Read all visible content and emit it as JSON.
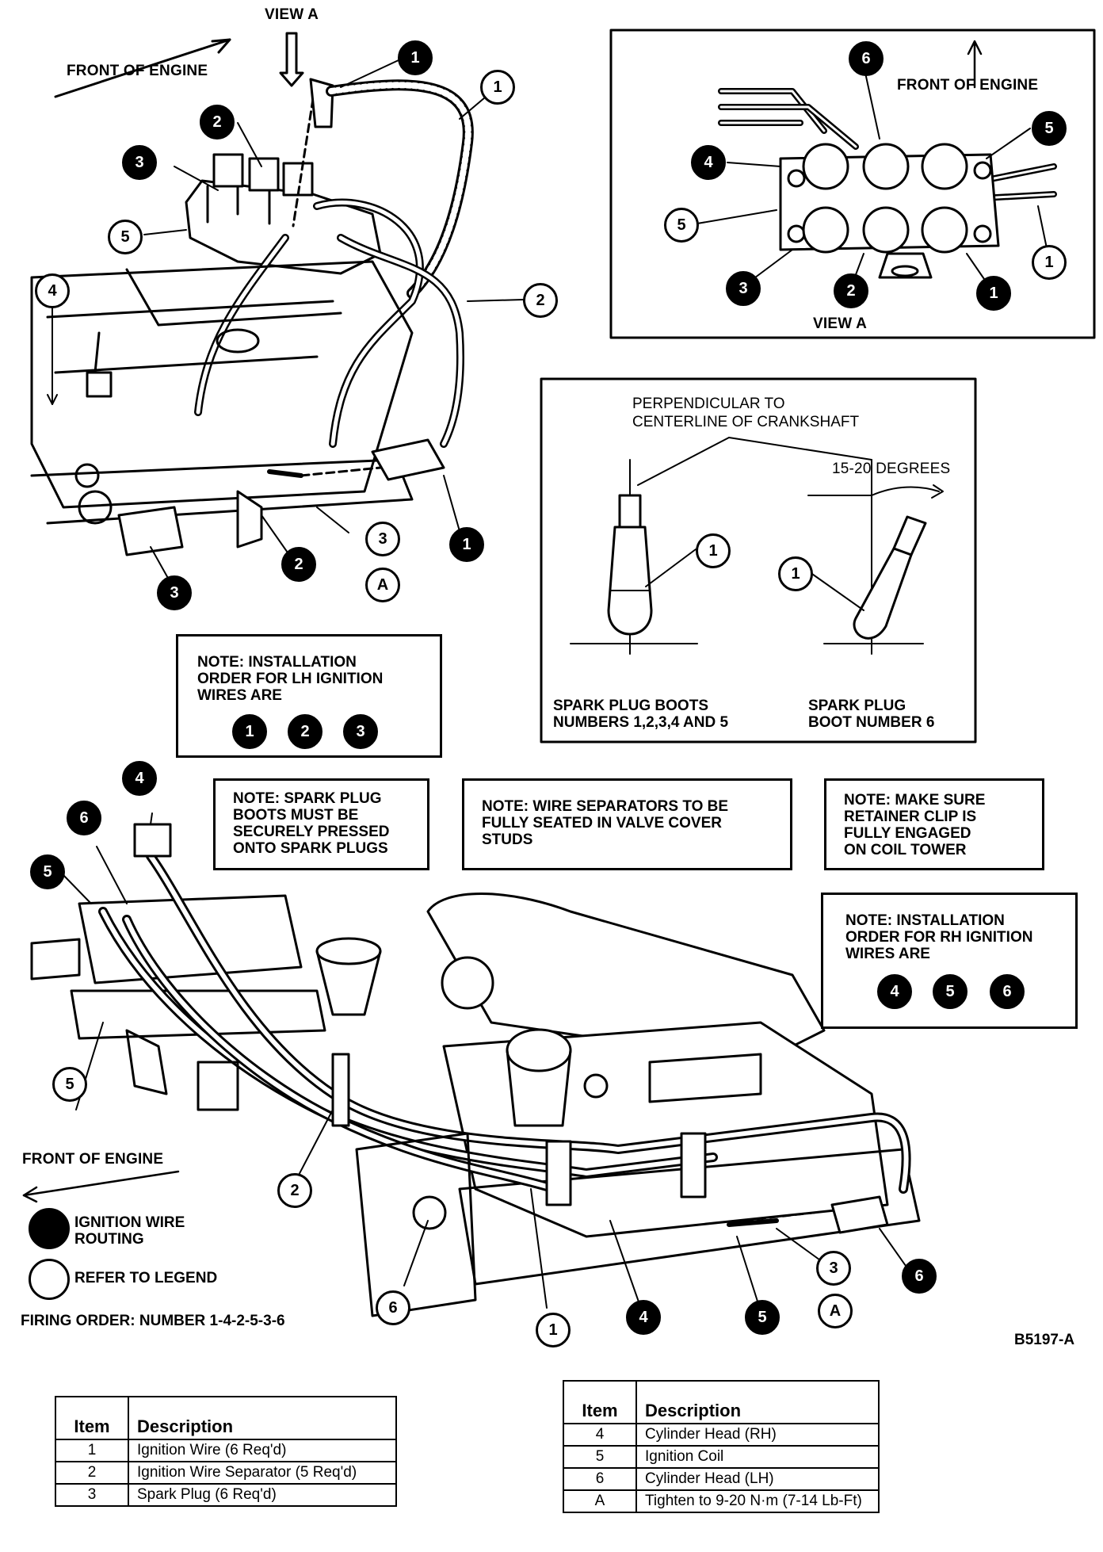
{
  "top_left": {
    "view_a": "VIEW A",
    "front_of_engine": "FRONT OF ENGINE",
    "callouts": [
      {
        "label": "1",
        "style": "dark"
      },
      {
        "label": "1",
        "style": "light"
      },
      {
        "label": "2",
        "style": "dark"
      },
      {
        "label": "3",
        "style": "dark"
      },
      {
        "label": "5",
        "style": "light"
      },
      {
        "label": "4",
        "style": "light"
      },
      {
        "label": "2",
        "style": "light"
      },
      {
        "label": "3",
        "style": "light"
      },
      {
        "label": "1",
        "style": "dark"
      },
      {
        "label": "2",
        "style": "dark"
      },
      {
        "label": "3",
        "style": "dark"
      },
      {
        "label": "A",
        "style": "light"
      }
    ]
  },
  "view_a_inset": {
    "front_of_engine": "FRONT OF ENGINE",
    "caption": "VIEW A",
    "callouts": [
      {
        "label": "6",
        "style": "dark"
      },
      {
        "label": "4",
        "style": "dark"
      },
      {
        "label": "5",
        "style": "dark"
      },
      {
        "label": "5",
        "style": "light"
      },
      {
        "label": "1",
        "style": "light"
      },
      {
        "label": "3",
        "style": "dark"
      },
      {
        "label": "2",
        "style": "dark"
      },
      {
        "label": "1",
        "style": "dark"
      }
    ]
  },
  "boot_angle_box": {
    "perpendicular": "PERPENDICULAR TO\nCENTERLINE OF CRANKSHAFT",
    "degrees": "15-20 DEGREES",
    "left_caption": "SPARK PLUG BOOTS\nNUMBERS 1,2,3,4 AND 5",
    "right_caption": "SPARK PLUG\nBOOT NUMBER 6",
    "callout_left": "1",
    "callout_right": "1"
  },
  "notes": {
    "lh_order": {
      "text": "NOTE: INSTALLATION\nORDER FOR LH IGNITION\nWIRES ARE",
      "seq": [
        "1",
        "2",
        "3"
      ]
    },
    "boots": "NOTE: SPARK PLUG\nBOOTS MUST BE\nSECURELY PRESSED\nONTO SPARK PLUGS",
    "separators": "NOTE: WIRE SEPARATORS TO BE\nFULLY SEATED IN VALVE COVER\nSTUDS",
    "retainer": "NOTE: MAKE SURE\nRETAINER CLIP IS\nFULLY ENGAGED\nON COIL TOWER",
    "rh_order": {
      "text": "NOTE: INSTALLATION\nORDER FOR RH IGNITION\nWIRES ARE",
      "seq": [
        "4",
        "5",
        "6"
      ]
    }
  },
  "bottom_view": {
    "front_of_engine": "FRONT OF ENGINE",
    "callouts": [
      {
        "label": "4",
        "style": "dark"
      },
      {
        "label": "6",
        "style": "dark"
      },
      {
        "label": "5",
        "style": "dark"
      },
      {
        "label": "5",
        "style": "light"
      },
      {
        "label": "2",
        "style": "light"
      },
      {
        "label": "6",
        "style": "light"
      },
      {
        "label": "1",
        "style": "light"
      },
      {
        "label": "4",
        "style": "dark"
      },
      {
        "label": "5",
        "style": "dark"
      },
      {
        "label": "3",
        "style": "light"
      },
      {
        "label": "6",
        "style": "dark"
      },
      {
        "label": "A",
        "style": "light"
      }
    ]
  },
  "key": {
    "dark_label": "IGNITION WIRE\nROUTING",
    "light_label": "REFER TO LEGEND",
    "firing_order": "FIRING ORDER: NUMBER 1-4-2-5-3-6",
    "figure_id": "B5197-A"
  },
  "legend_left": {
    "headers": [
      "Item",
      "Description"
    ],
    "rows": [
      [
        "1",
        "Ignition Wire (6 Req'd)"
      ],
      [
        "2",
        "Ignition Wire Separator (5 Req'd)"
      ],
      [
        "3",
        "Spark Plug (6 Req'd)"
      ]
    ]
  },
  "legend_right": {
    "headers": [
      "Item",
      "Description"
    ],
    "rows": [
      [
        "4",
        "Cylinder Head (RH)"
      ],
      [
        "5",
        "Ignition Coil"
      ],
      [
        "6",
        "Cylinder Head (LH)"
      ],
      [
        "A",
        "Tighten to 9-20 N·m (7-14 Lb-Ft)"
      ]
    ]
  }
}
